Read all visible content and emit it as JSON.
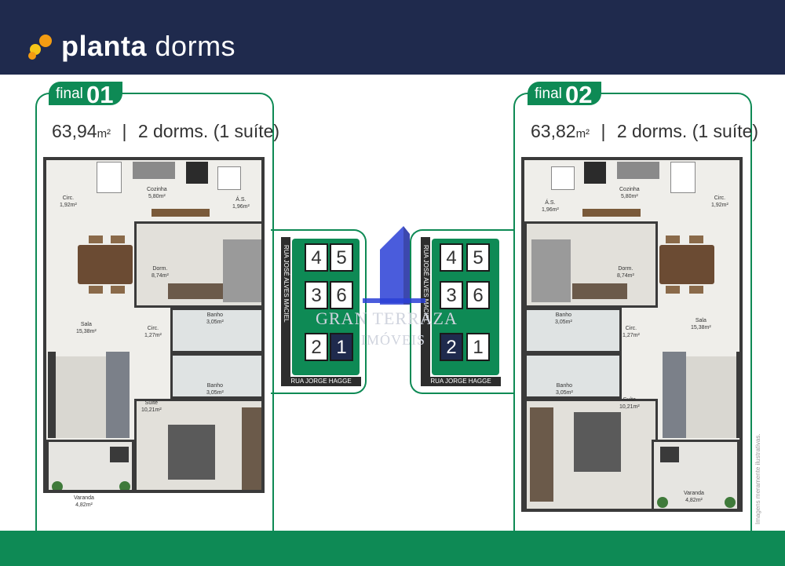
{
  "header": {
    "title_bold": "planta",
    "title_light": "dorms"
  },
  "units": [
    {
      "final_label": "final",
      "final_number": "01",
      "area": "63,94",
      "area_unit": "m²",
      "description": "2 dorms. (1 suíte)"
    },
    {
      "final_label": "final",
      "final_number": "02",
      "area": "63,82",
      "area_unit": "m²",
      "description": "2 dorms. (1 suíte)"
    }
  ],
  "rooms": {
    "circ_top": "Circ.",
    "circ_top_area": "1,92m²",
    "cozinha": "Cozinha",
    "cozinha_area": "5,80m²",
    "as": "Á.S.",
    "as_area": "1,96m²",
    "dorm": "Dorm.",
    "dorm_area": "8,74m²",
    "sala": "Sala",
    "sala_area": "15,38m²",
    "circ_mid": "Circ.",
    "circ_mid_area": "1,27m²",
    "banho1": "Banho",
    "banho1_area": "3,05m²",
    "banho2": "Banho",
    "banho2_area": "3,05m²",
    "suite": "Suíte",
    "suite_area": "10,21m²",
    "varanda": "Varanda",
    "varanda_area": "4,82m²"
  },
  "site_plan": {
    "blocks": [
      "4",
      "5",
      "3",
      "6",
      "2",
      "1"
    ],
    "street_side": "RUA JOSÉ ALVES MACIEL",
    "street_bottom": "RUA JORGE HAGGE"
  },
  "brand": {
    "name": "GRAN TERRAZA",
    "sub": "IMÓVEIS"
  },
  "disclaimer": "Imagens meramente ilustrativas.",
  "colors": {
    "navy": "#1f2a4d",
    "green": "#0e8a55",
    "orange": "#f39c12",
    "yellow": "#f5c518"
  }
}
